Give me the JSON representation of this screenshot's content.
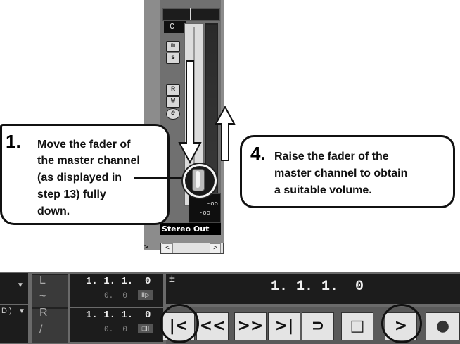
{
  "mixer": {
    "pan_label": "C",
    "buttons": [
      "m",
      "s",
      "R",
      "W",
      "e"
    ],
    "readout_top": "-oo",
    "readout_bottom": "-oo",
    "channel_name": "Stereo Out",
    "scroll_left": "<",
    "scroll_right": ">",
    "scroll_edge": ">"
  },
  "callout1": {
    "number": "1.",
    "lines": [
      "Move the fader of",
      "the master channel",
      "(as displayed in",
      "step 13) fully",
      "down."
    ]
  },
  "callout4": {
    "number": "4.",
    "lines": [
      "Raise the fader of the",
      "master channel to obtain",
      "a suitable volume."
    ]
  },
  "transport": {
    "left_label_top": "DI)",
    "left_marker_top": "L",
    "left_marker_bottom": "R",
    "locator_top": "1. 1. 1.  0",
    "locator_top_sub": "0.  0",
    "locator_bottom": "1. 1. 1.  0",
    "locator_bottom_sub": "0.  0",
    "plus_minus": "±",
    "main_position": "1. 1. 1.  0",
    "buttons": {
      "go_to_start": "|<",
      "rewind": "<<",
      "forward": ">>",
      "go_to_end": ">|",
      "cycle": "⊃",
      "stop": "□",
      "play": ">",
      "record": "●"
    }
  }
}
